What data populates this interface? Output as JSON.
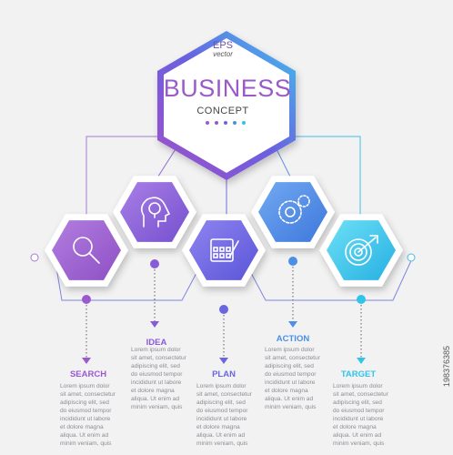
{
  "header": {
    "badge": "EPS",
    "badge_sub": "vector",
    "title": "BUSINESS",
    "subtitle": "CONCEPT"
  },
  "steps": [
    {
      "label": "SEARCH",
      "icon": "magnifier-icon",
      "color": "#9b59d0",
      "text": "Lorem ipsum dolor\nsit amet, consectetur\nadipiscing elit, sed\ndo eiusmod tempor\nincididunt ut labore\net dolore magna\naliqua. Ut enim ad\nminim veniam, quis"
    },
    {
      "label": "IDEA",
      "icon": "lightbulb-head-icon",
      "color": "#8a5bd6",
      "text": "Lorem ipsum dolor\nsit amet, consectetur\nadipiscing elit, sed\ndo eiusmod tempor\nincididunt ut labore\net dolore magna\naliqua. Ut enim ad\nminim veniam, quis"
    },
    {
      "label": "PLAN",
      "icon": "planner-icon",
      "color": "#6a66e0",
      "text": "Lorem ipsum dolor\nsit amet, consectetur\nadipiscing elit, sed\ndo eiusmod tempor\nincididunt ut labore\net dolore magna\naliqua. Ut enim ad\nminim veniam, quis"
    },
    {
      "label": "ACTION",
      "icon": "gears-icon",
      "color": "#4b8fe6",
      "text": "Lorem ipsum dolor\nsit amet, consectetur\nadipiscing elit, sed\ndo eiusmod tempor\nincididunt ut labore\net dolore magna\naliqua. Ut enim ad\nminim veniam, quis"
    },
    {
      "label": "TARGET",
      "icon": "target-icon",
      "color": "#2fc4e8",
      "text": "Lorem ipsum dolor\nsit amet, consectetur\nadipiscing elit, sed\ndo eiusmod tempor\nincididunt ut labore\net dolore magna\naliqua. Ut enim ad\nminim veniam, quis"
    }
  ],
  "dot_colors": [
    "#9b59d0",
    "#8a5bd6",
    "#6a66e0",
    "#4b8fe6",
    "#2fc4e8"
  ],
  "stock_id": "198376385"
}
